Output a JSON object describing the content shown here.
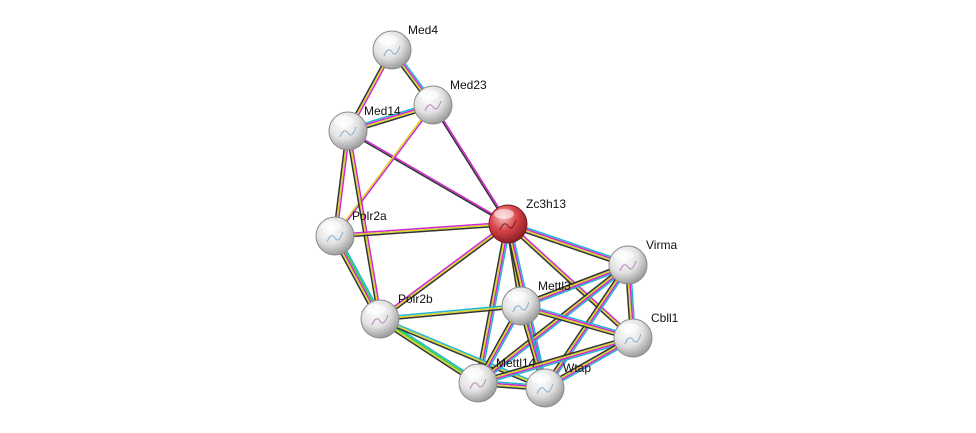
{
  "network": {
    "center_node": "Zc3h13",
    "nodes": [
      {
        "id": "Med4",
        "label": "Med4",
        "type": "query-neighbor"
      },
      {
        "id": "Med23",
        "label": "Med23",
        "type": "query-neighbor"
      },
      {
        "id": "Med14",
        "label": "Med14",
        "type": "query-neighbor"
      },
      {
        "id": "Zc3h13",
        "label": "Zc3h13",
        "type": "query"
      },
      {
        "id": "Polr2a",
        "label": "Polr2a",
        "type": "query-neighbor"
      },
      {
        "id": "Virma",
        "label": "Virma",
        "type": "query-neighbor"
      },
      {
        "id": "Mettl3",
        "label": "Mettl3",
        "type": "query-neighbor"
      },
      {
        "id": "Polr2b",
        "label": "Polr2b",
        "type": "query-neighbor"
      },
      {
        "id": "Cbll1",
        "label": "Cbll1",
        "type": "query-neighbor"
      },
      {
        "id": "Mettl14",
        "label": "Mettl14",
        "type": "query-neighbor"
      },
      {
        "id": "Wtap",
        "label": "Wtap",
        "type": "query-neighbor"
      }
    ],
    "edges": [
      {
        "source": "Med4",
        "target": "Med23",
        "evidence": [
          "cyan",
          "magenta",
          "yellow",
          "black"
        ]
      },
      {
        "source": "Med4",
        "target": "Med14",
        "evidence": [
          "magenta",
          "yellow",
          "black"
        ]
      },
      {
        "source": "Med14",
        "target": "Med23",
        "evidence": [
          "cyan",
          "magenta",
          "yellow",
          "black"
        ]
      },
      {
        "source": "Med23",
        "target": "Zc3h13",
        "evidence": [
          "magenta",
          "black"
        ]
      },
      {
        "source": "Med14",
        "target": "Zc3h13",
        "evidence": [
          "magenta",
          "black"
        ]
      },
      {
        "source": "Med14",
        "target": "Polr2a",
        "evidence": [
          "magenta",
          "yellow",
          "black"
        ]
      },
      {
        "source": "Med23",
        "target": "Polr2a",
        "evidence": [
          "magenta",
          "yellow"
        ]
      },
      {
        "source": "Med14",
        "target": "Polr2b",
        "evidence": [
          "magenta",
          "yellow",
          "black"
        ]
      },
      {
        "source": "Polr2a",
        "target": "Zc3h13",
        "evidence": [
          "magenta",
          "yellow",
          "black"
        ]
      },
      {
        "source": "Polr2a",
        "target": "Polr2b",
        "evidence": [
          "cyan",
          "green",
          "magenta",
          "yellow",
          "black"
        ]
      },
      {
        "source": "Polr2b",
        "target": "Zc3h13",
        "evidence": [
          "magenta",
          "yellow",
          "black"
        ]
      },
      {
        "source": "Zc3h13",
        "target": "Virma",
        "evidence": [
          "cyan",
          "magenta",
          "yellow",
          "black"
        ]
      },
      {
        "source": "Zc3h13",
        "target": "Mettl3",
        "evidence": [
          "magenta",
          "yellow",
          "black"
        ]
      },
      {
        "source": "Zc3h13",
        "target": "Cbll1",
        "evidence": [
          "magenta",
          "yellow",
          "black"
        ]
      },
      {
        "source": "Zc3h13",
        "target": "Mettl14",
        "evidence": [
          "cyan",
          "magenta",
          "yellow",
          "black"
        ]
      },
      {
        "source": "Zc3h13",
        "target": "Wtap",
        "evidence": [
          "cyan",
          "magenta",
          "yellow",
          "black"
        ]
      },
      {
        "source": "Polr2b",
        "target": "Mettl3",
        "evidence": [
          "cyan",
          "yellow",
          "black"
        ]
      },
      {
        "source": "Polr2b",
        "target": "Mettl14",
        "evidence": [
          "cyan",
          "green",
          "yellow",
          "black"
        ]
      },
      {
        "source": "Polr2b",
        "target": "Wtap",
        "evidence": [
          "cyan",
          "yellow",
          "black"
        ]
      },
      {
        "source": "Virma",
        "target": "Mettl3",
        "evidence": [
          "cyan",
          "magenta",
          "yellow",
          "black"
        ]
      },
      {
        "source": "Virma",
        "target": "Cbll1",
        "evidence": [
          "cyan",
          "magenta",
          "yellow",
          "black"
        ]
      },
      {
        "source": "Virma",
        "target": "Mettl14",
        "evidence": [
          "cyan",
          "magenta",
          "yellow",
          "black"
        ]
      },
      {
        "source": "Virma",
        "target": "Wtap",
        "evidence": [
          "cyan",
          "magenta",
          "yellow",
          "black"
        ]
      },
      {
        "source": "Mettl3",
        "target": "Cbll1",
        "evidence": [
          "cyan",
          "magenta",
          "yellow",
          "black"
        ]
      },
      {
        "source": "Mettl3",
        "target": "Mettl14",
        "evidence": [
          "cyan",
          "magenta",
          "yellow",
          "black"
        ]
      },
      {
        "source": "Mettl3",
        "target": "Wtap",
        "evidence": [
          "cyan",
          "magenta",
          "yellow",
          "black"
        ]
      },
      {
        "source": "Cbll1",
        "target": "Mettl14",
        "evidence": [
          "cyan",
          "magenta",
          "yellow",
          "black"
        ]
      },
      {
        "source": "Cbll1",
        "target": "Wtap",
        "evidence": [
          "cyan",
          "magenta",
          "yellow",
          "black"
        ]
      },
      {
        "source": "Mettl14",
        "target": "Wtap",
        "evidence": [
          "cyan",
          "magenta",
          "yellow",
          "black"
        ]
      }
    ]
  },
  "colors": {
    "query_node": "#d9454c",
    "neighbor_node": "#e6e6e6",
    "cyan": "#22b5d0",
    "magenta": "#d126d1",
    "yellow": "#d6d62a",
    "black": "#333333",
    "green": "#33cc33"
  }
}
